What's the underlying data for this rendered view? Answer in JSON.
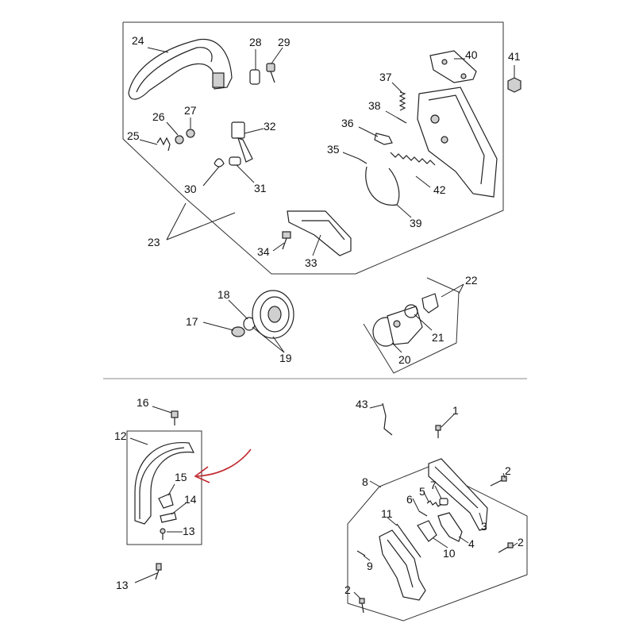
{
  "callouts": [
    {
      "id": "c1",
      "label": "1"
    },
    {
      "id": "c2a",
      "label": "2"
    },
    {
      "id": "c2b",
      "label": "2"
    },
    {
      "id": "c2c",
      "label": "2"
    },
    {
      "id": "c3",
      "label": "3"
    },
    {
      "id": "c4",
      "label": "4"
    },
    {
      "id": "c5",
      "label": "5"
    },
    {
      "id": "c6",
      "label": "6"
    },
    {
      "id": "c7",
      "label": "7"
    },
    {
      "id": "c8",
      "label": "8"
    },
    {
      "id": "c9",
      "label": "9"
    },
    {
      "id": "c10",
      "label": "10"
    },
    {
      "id": "c11",
      "label": "11"
    },
    {
      "id": "c12",
      "label": "12"
    },
    {
      "id": "c13a",
      "label": "13"
    },
    {
      "id": "c13b",
      "label": "13"
    },
    {
      "id": "c14",
      "label": "14"
    },
    {
      "id": "c15",
      "label": "15"
    },
    {
      "id": "c16",
      "label": "16"
    },
    {
      "id": "c17",
      "label": "17"
    },
    {
      "id": "c18",
      "label": "18"
    },
    {
      "id": "c19",
      "label": "19"
    },
    {
      "id": "c20",
      "label": "20"
    },
    {
      "id": "c21",
      "label": "21"
    },
    {
      "id": "c22",
      "label": "22"
    },
    {
      "id": "c23",
      "label": "23"
    },
    {
      "id": "c24",
      "label": "24"
    },
    {
      "id": "c25",
      "label": "25"
    },
    {
      "id": "c26",
      "label": "26"
    },
    {
      "id": "c27",
      "label": "27"
    },
    {
      "id": "c28",
      "label": "28"
    },
    {
      "id": "c29",
      "label": "29"
    },
    {
      "id": "c30",
      "label": "30"
    },
    {
      "id": "c31",
      "label": "31"
    },
    {
      "id": "c32",
      "label": "32"
    },
    {
      "id": "c33",
      "label": "33"
    },
    {
      "id": "c34",
      "label": "34"
    },
    {
      "id": "c35",
      "label": "35"
    },
    {
      "id": "c36",
      "label": "36"
    },
    {
      "id": "c37",
      "label": "37"
    },
    {
      "id": "c38",
      "label": "38"
    },
    {
      "id": "c39",
      "label": "39"
    },
    {
      "id": "c40",
      "label": "40"
    },
    {
      "id": "c41",
      "label": "41"
    },
    {
      "id": "c42",
      "label": "42"
    },
    {
      "id": "c43",
      "label": "43"
    }
  ],
  "colors": {
    "line": "#222222",
    "highlight_arrow": "#c0282d",
    "background": "#ffffff"
  },
  "highlighted_part": "15"
}
